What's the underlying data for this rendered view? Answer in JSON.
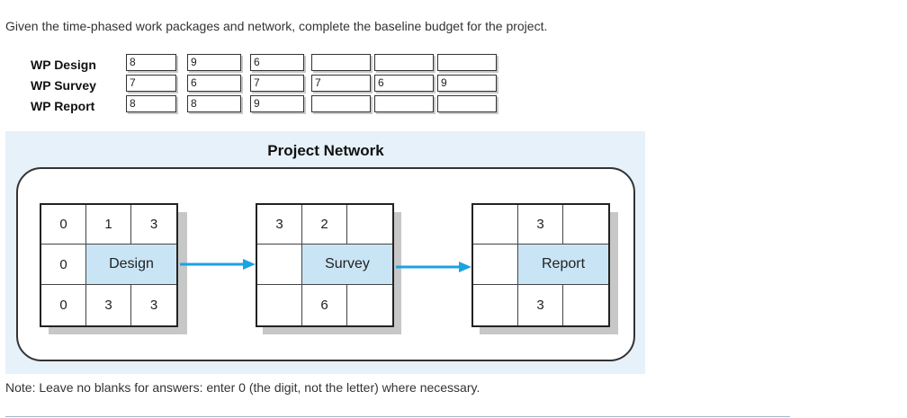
{
  "instructions": "Given the time-phased work packages and network, complete the baseline budget for the project.",
  "work_packages": [
    {
      "label": "WP Design",
      "values": [
        "8",
        "9",
        "6",
        "",
        "",
        ""
      ]
    },
    {
      "label": "WP Survey",
      "values": [
        "7",
        "6",
        "7",
        "7",
        "6",
        "9"
      ]
    },
    {
      "label": "WP Report",
      "values": [
        "8",
        "8",
        "9",
        "",
        "",
        ""
      ]
    }
  ],
  "network": {
    "title": "Project Network",
    "nodes": [
      {
        "name": "Design",
        "top": [
          "0",
          "1",
          "3"
        ],
        "middle_left": "0",
        "bottom": [
          "0",
          "3",
          "3"
        ]
      },
      {
        "name": "Survey",
        "top": [
          "3",
          "2",
          ""
        ],
        "middle_left": "",
        "bottom": [
          "",
          "6",
          ""
        ]
      },
      {
        "name": "Report",
        "top": [
          "",
          "3",
          ""
        ],
        "middle_left": "",
        "bottom": [
          "",
          "3",
          ""
        ]
      }
    ],
    "arrow_color": "#1aa3e0",
    "highlight_color": "#c9e5f5"
  },
  "note": "Note: Leave no blanks for answers: enter 0 (the digit, not the letter) where necessary."
}
